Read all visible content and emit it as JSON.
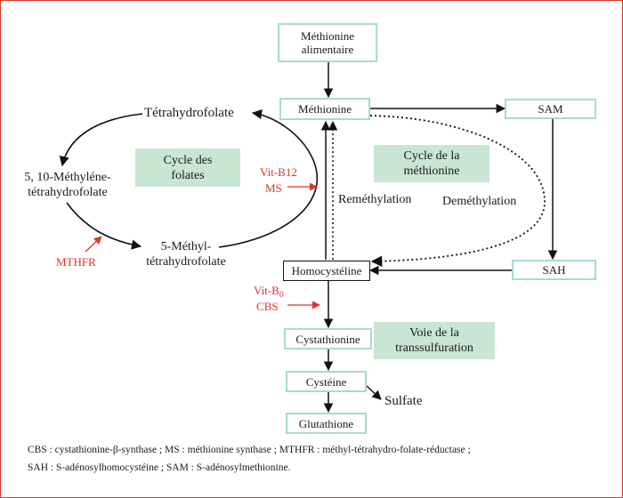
{
  "nodes": {
    "methionine_alimentaire": "Méthionine\nalimentaire",
    "methionine": "Méthionine",
    "sam": "SAM",
    "sah": "SAH",
    "homocysteine": "Homocystéline",
    "cystathionine": "Cystathionine",
    "cysteine": "Cystéine",
    "glutathione": "Glutathione",
    "sulfate": "Sulfate",
    "tetrahydrofolate": "Tétrahydrofolate",
    "methylene_thf": "5, 10-Méthyléne-\ntétrahydrofolate",
    "methyl_thf": "5-Méthyl-\ntétrahydrofolate"
  },
  "cycles": {
    "folates": "Cycle des\nfolates",
    "methionine": "Cycle de la\nméthionine",
    "transsulfuration": "Voie de la\ntranssulfuration"
  },
  "processes": {
    "remethylation": "Reméthylation",
    "demethylation": "Deméthylation"
  },
  "enzymes": {
    "vit_b12": "Vit-B12",
    "ms": "MS",
    "mthfr": "MTHFR",
    "vit_b6_prefix": "Vit-B",
    "vit_b6_sub": "0",
    "cbs": "CBS"
  },
  "legend": {
    "line1": "CBS : cystathionine-β-synthase ; MS : méthionine synthase ; MTHFR : méthyl-tétrahydro-folate-réductase ;",
    "line2": "SAH : S-adénosylhomocystéine ; SAM : S-adénosylmethionine."
  },
  "colors": {
    "frame": "#d8372f",
    "node_border": "#a8dcc8",
    "cycle_fill": "#c8e6d3",
    "enzyme_text": "#e0332b",
    "arrow": "#111111"
  }
}
